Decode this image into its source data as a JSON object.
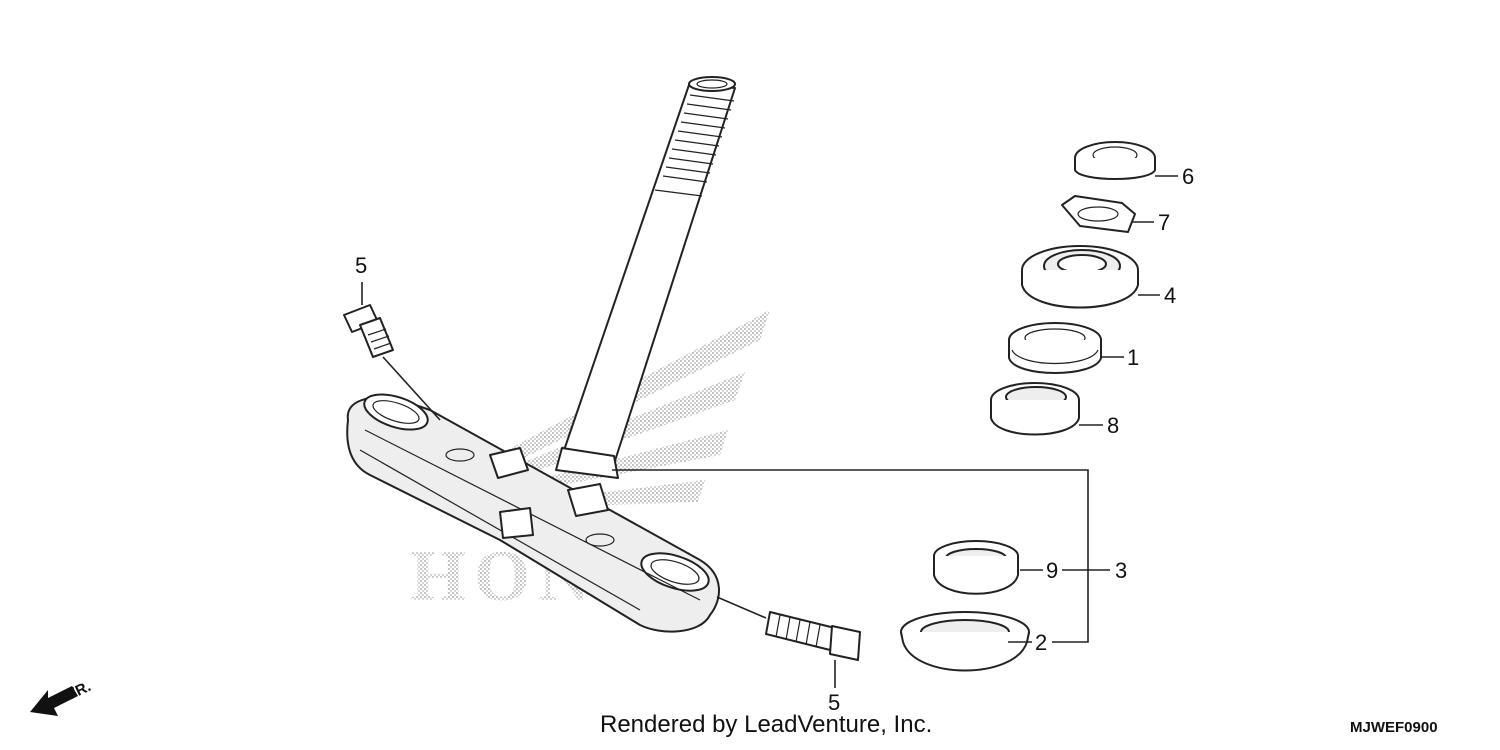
{
  "diagram": {
    "callouts": {
      "p1": "1",
      "p2": "2",
      "p3": "3",
      "p4": "4",
      "p5_top": "5",
      "p5_bottom": "5",
      "p6": "6",
      "p7": "7",
      "p8": "8",
      "p9": "9"
    },
    "watermark_text": "HONDA",
    "front_label": "FR.",
    "footer": "Rendered by LeadVenture, Inc.",
    "diagram_code": "MJWEF0900"
  }
}
